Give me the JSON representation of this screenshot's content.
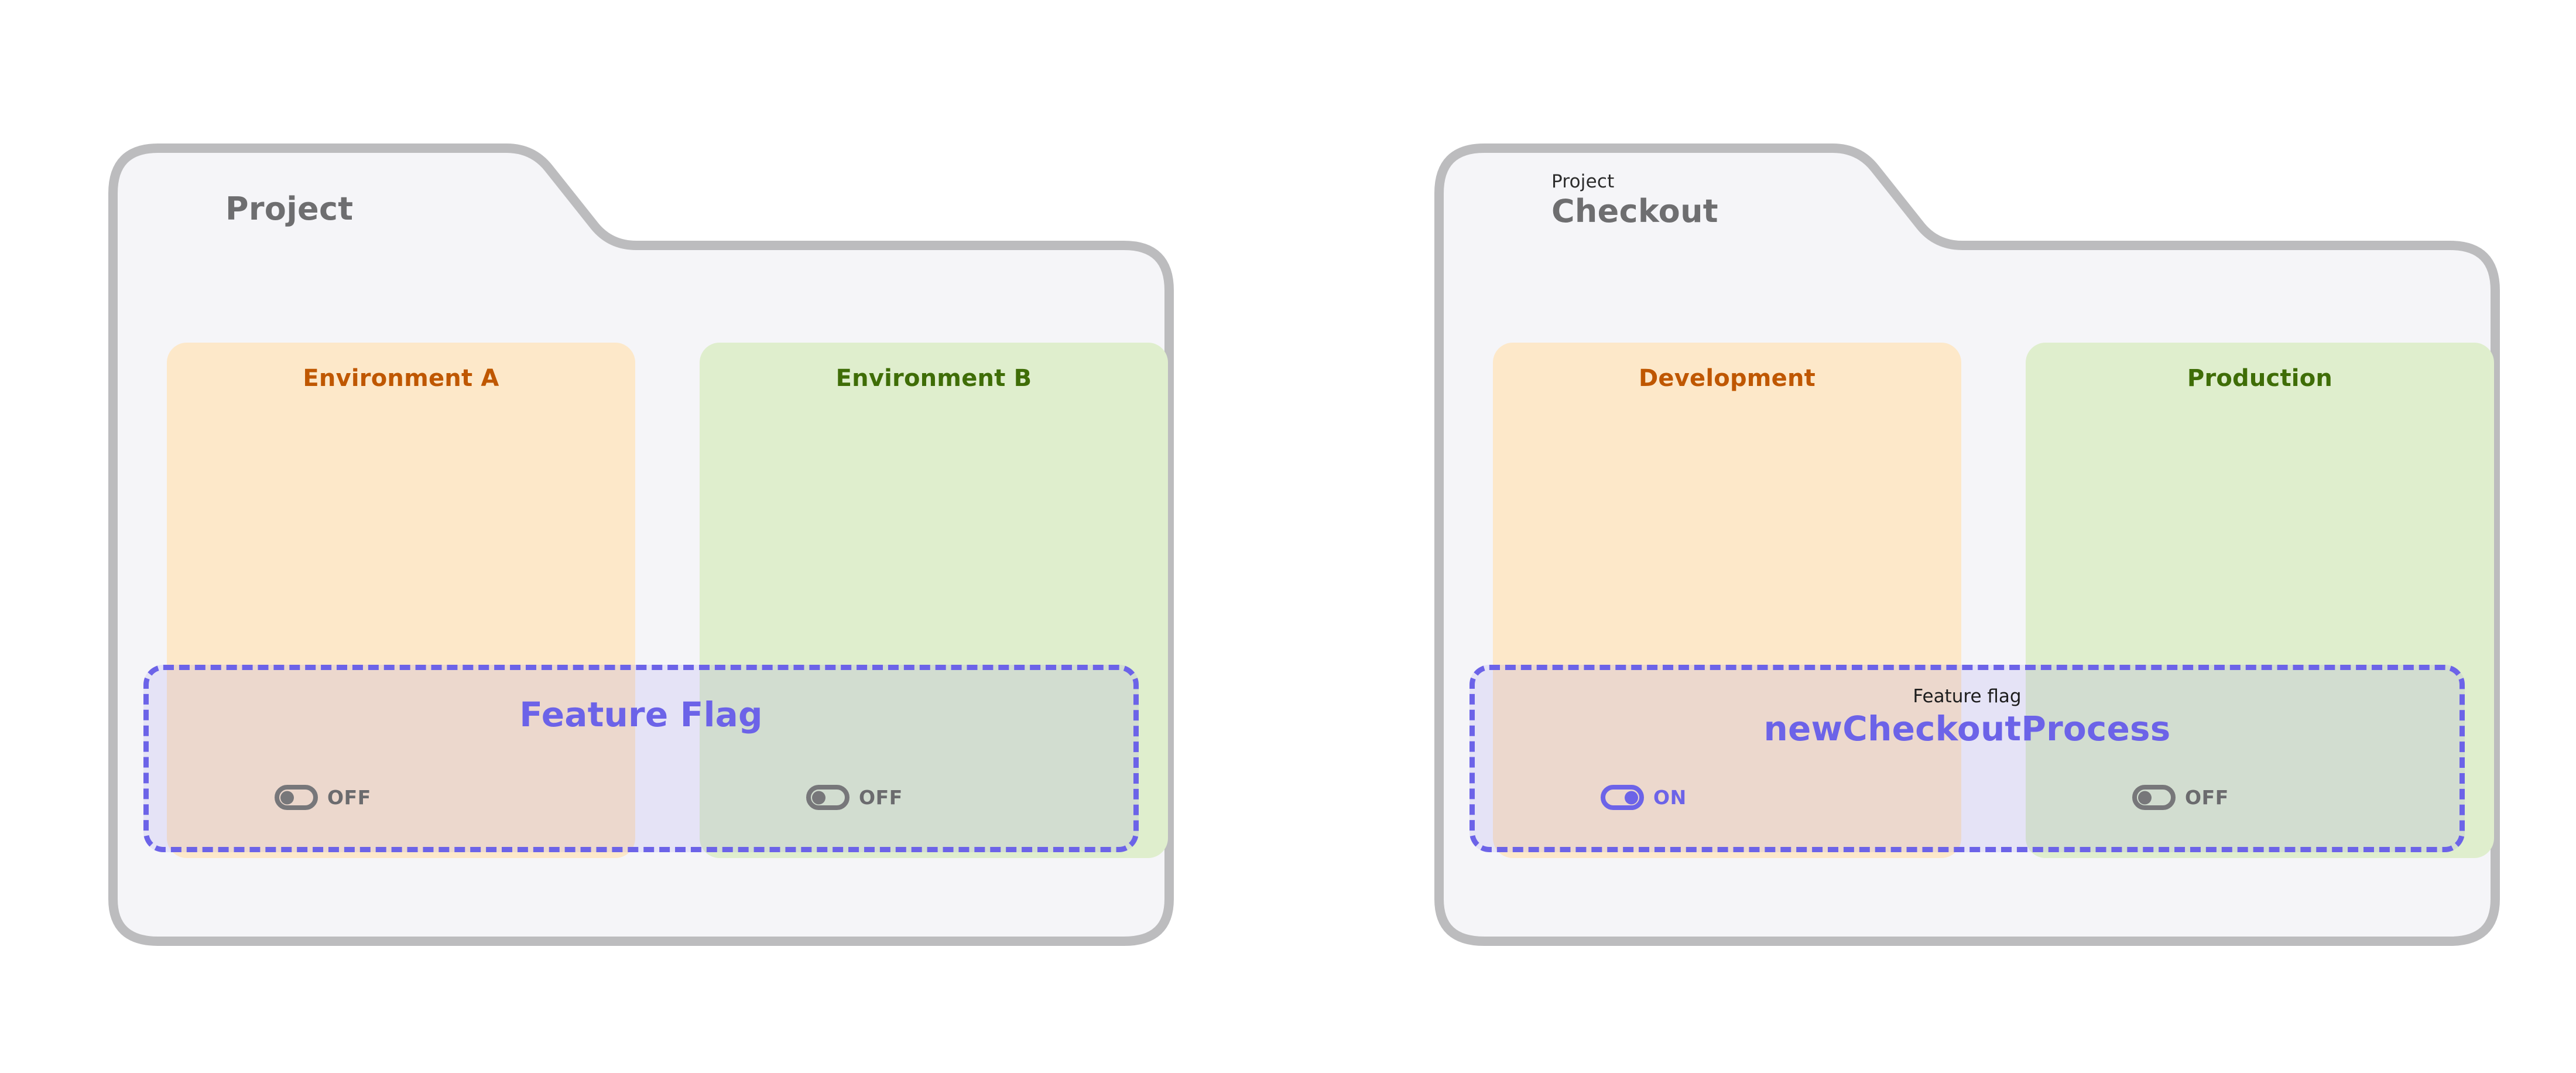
{
  "theme": {
    "folder_border": "#bcbcbe",
    "folder_fill": "#f5f5f8",
    "env_dev_fill": "#fde8c9",
    "env_prod_fill": "#dfeecd",
    "env_dev_text": "#bf5700",
    "env_prod_text": "#3f6d07",
    "flag_accent": "#6c63e8",
    "title_gray": "#6e6e70",
    "toggle_off_gray": "#77777a"
  },
  "diagrams": [
    {
      "folder": {
        "kicker": "",
        "title": "Project"
      },
      "environments": [
        {
          "label": "Environment A"
        },
        {
          "label": "Environment B"
        }
      ],
      "flag": {
        "kicker": "",
        "title": "Feature Flag",
        "toggles": [
          {
            "state": "OFF",
            "on": false
          },
          {
            "state": "OFF",
            "on": false
          }
        ]
      }
    },
    {
      "folder": {
        "kicker": "Project",
        "title": "Checkout"
      },
      "environments": [
        {
          "label": "Development"
        },
        {
          "label": "Production"
        }
      ],
      "flag": {
        "kicker": "Feature flag",
        "title": "newCheckoutProcess",
        "toggles": [
          {
            "state": "ON",
            "on": true
          },
          {
            "state": "OFF",
            "on": false
          }
        ]
      }
    }
  ]
}
